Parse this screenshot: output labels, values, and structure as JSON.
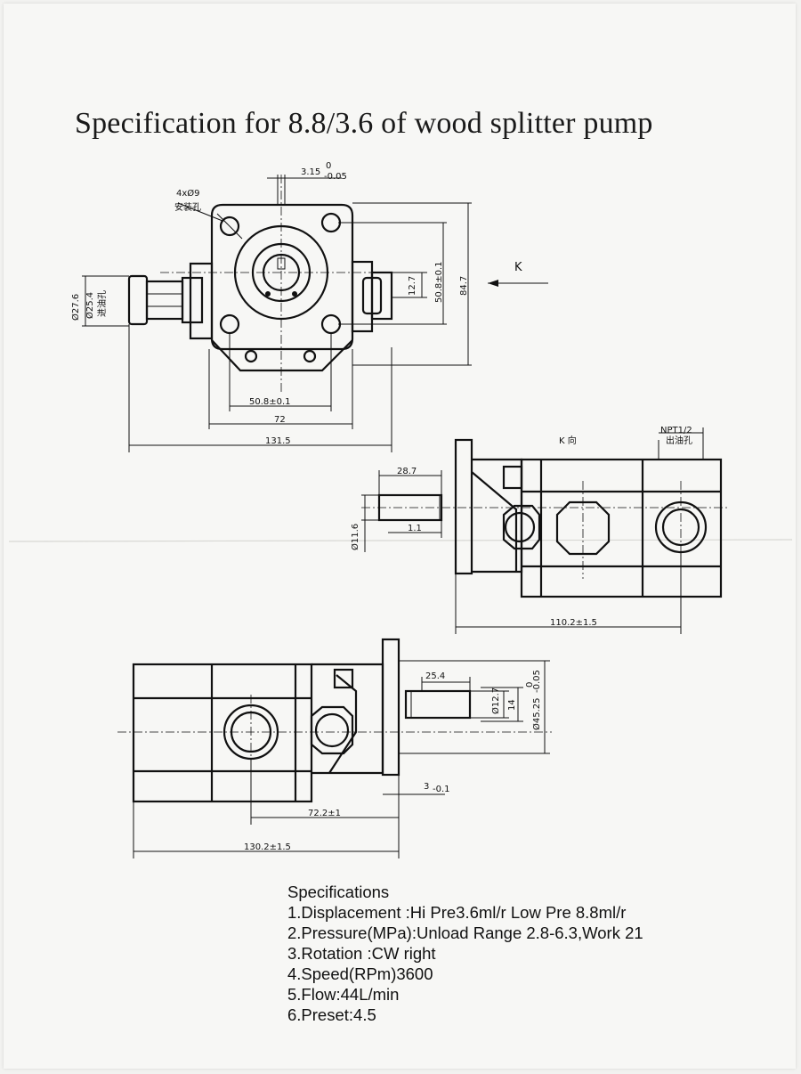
{
  "title": "Specification for 8.8/3.6 of wood splitter pump",
  "view_labels": {
    "direction_k": "K",
    "k_view": "K 向"
  },
  "dimensions": {
    "shaft_key_width": "3.15",
    "shaft_key_tol_upper": "0",
    "shaft_key_tol_lower": "-0.05",
    "mount_holes": "4xØ9",
    "mount_holes_note": "安装孔",
    "inlet_od": "Ø27.6",
    "inlet_id": "Ø25.4",
    "inlet_note": "进油孔",
    "outlet_height": "12.7",
    "bolt_spacing_v": "50.8±0.1",
    "flange_height": "84.7",
    "bolt_spacing_h": "50.8±0.1",
    "flange_width": "72",
    "overall_width": "131.5",
    "outlet_thread": "NPT1/2",
    "outlet_note": "出油孔",
    "shaft_length_top": "28.7",
    "shaft_dia": "Ø11.6",
    "shaft_step": "1.1",
    "body_length_top": "110.2±1.5",
    "shaft_length_bottom": "25.4",
    "shaft_dia_bottom": "Ø12.7",
    "key_dim": "14",
    "pilot_dia": "Ø45.25",
    "pilot_tol_upper": "0",
    "pilot_tol_lower": "-0.05",
    "flange_thk": "3",
    "flange_thk_tol": "-0.1",
    "port_position": "72.2±1",
    "body_length_bottom": "130.2±1.5"
  },
  "specifications": {
    "heading": "Specifications",
    "items": [
      "1.Displacement :Hi Pre3.6ml/r Low Pre 8.8ml/r",
      "2.Pressure(MPa):Unload Range 2.8-6.3,Work 21",
      "3.Rotation :CW right",
      "4.Speed(RPm)3600",
      "5.Flow:44L/min",
      "6.Preset:4.5"
    ]
  }
}
